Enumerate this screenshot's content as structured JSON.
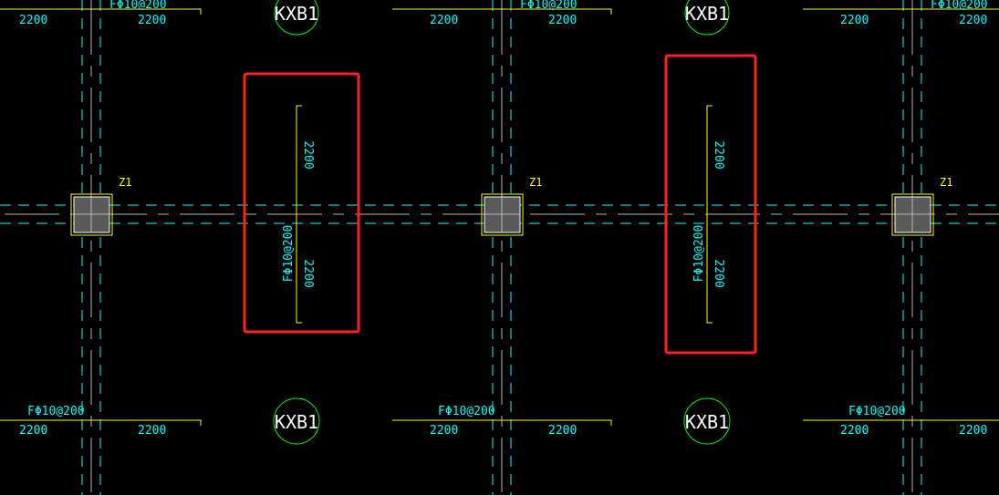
{
  "drawing": {
    "column_label": "Z1",
    "rebar_spec": "FΦ10@200",
    "span_length": "2200",
    "slab_tag": "KXB1",
    "colors": {
      "background": "#000000",
      "axis": "#00ffff",
      "dimension": "#ffff00",
      "highlight": "#ff2020",
      "tag_circle": "#00ff00",
      "column_fill": "#5a5a5a"
    }
  }
}
